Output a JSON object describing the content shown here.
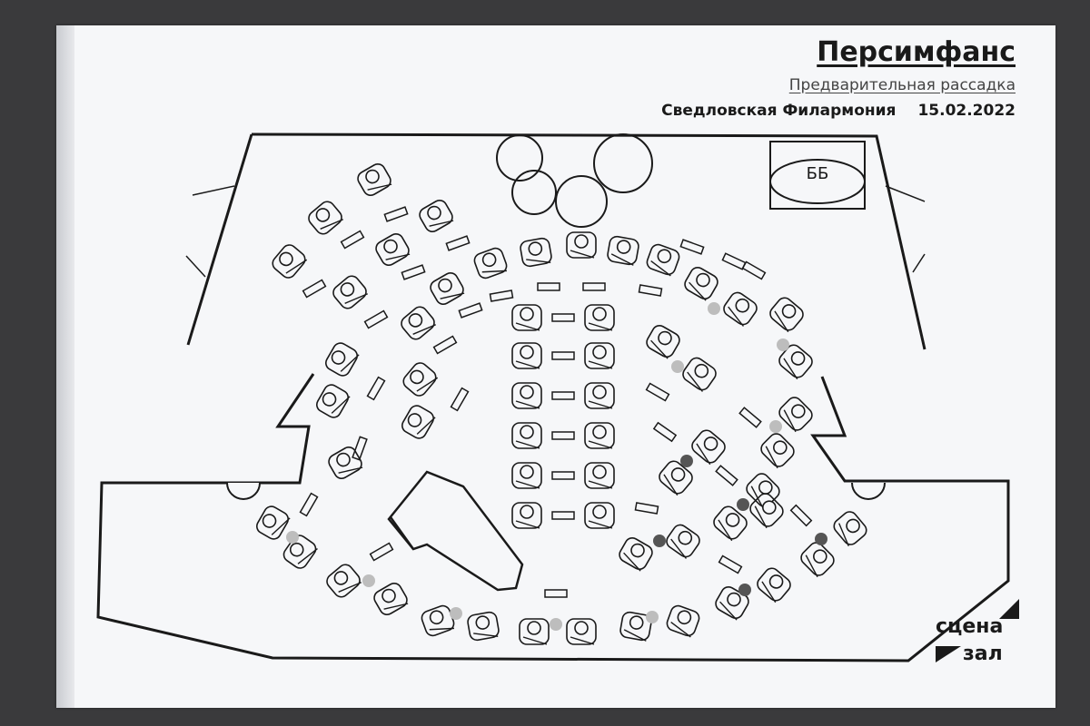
{
  "header": {
    "title": "Персимфанс",
    "subtitle": "Предварительная рассадка",
    "venue": "Сведловская Филармония",
    "date": "15.02.2022"
  },
  "stage": {
    "percussion_label": "ББ"
  },
  "legend": {
    "stage_label": "сцена",
    "hall_label": "зал",
    "stage_icon": "triangle-up-icon",
    "hall_icon": "triangle-down-icon"
  },
  "colors": {
    "ink": "#1a1a1a",
    "paper": "#f6f7f9",
    "light_dot": "#bdbdbd",
    "dark_dot": "#555555"
  }
}
